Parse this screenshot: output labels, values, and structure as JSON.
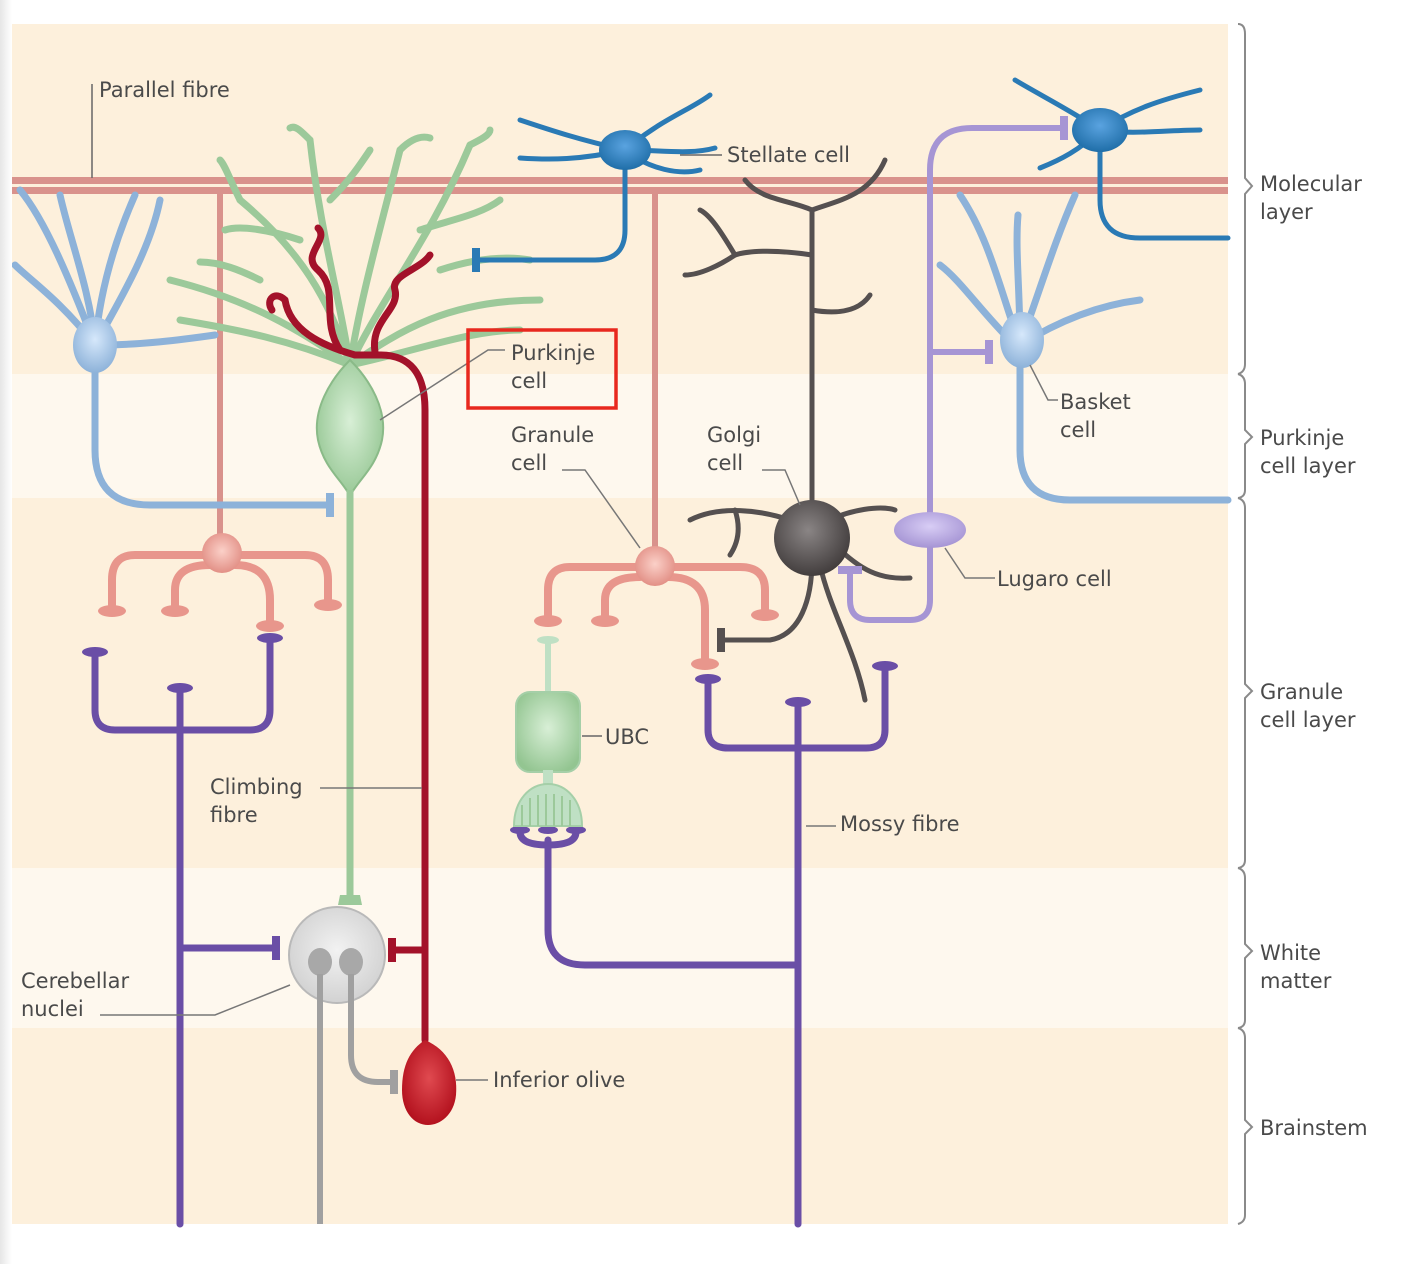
{
  "diagram": {
    "title": "Cerebellar circuit",
    "colors": {
      "molecular_band": "#fdf0dc",
      "purkinje_band": "#fef8ee",
      "granule_band": "#fdf0dc",
      "white_band": "#fef8ee",
      "brainstem_band": "#fdf0dc",
      "parallel_fibre": "#d9928c",
      "purkinje_cell": "#9cc99a",
      "climbing_fibre": "#a3122a",
      "stellate_cell": "#2a7ab5",
      "basket_cell": "#8db2d9",
      "granule_cell": "#e8968c",
      "golgi_cell": "#555050",
      "lugaro_cell": "#a695d4",
      "mossy_fibre": "#6a4ea6",
      "ubc": "#bfe0c4",
      "nuclei": "#dcdcdc",
      "inferior_olive": "#c0121e",
      "highlight_box": "#e8281e"
    },
    "cell_labels": {
      "parallel_fibre": "Parallel fibre",
      "stellate_cell": "Stellate cell",
      "purkinje_cell_line1": "Purkinje",
      "purkinje_cell_line2": "cell",
      "granule_cell_line1": "Granule",
      "granule_cell_line2": "cell",
      "golgi_cell_line1": "Golgi",
      "golgi_cell_line2": "cell",
      "basket_cell_line1": "Basket",
      "basket_cell_line2": "cell",
      "lugaro_cell": "Lugaro cell",
      "ubc": "UBC",
      "mossy_fibre": "Mossy fibre",
      "climbing_fibre_line1": "Climbing",
      "climbing_fibre_line2": "fibre",
      "cerebellar_nuclei_line1": "Cerebellar",
      "cerebellar_nuclei_line2": "nuclei",
      "inferior_olive": "Inferior olive"
    },
    "layers": [
      {
        "line1": "Molecular",
        "line2": "layer"
      },
      {
        "line1": "Purkinje",
        "line2": "cell layer"
      },
      {
        "line1": "Granule",
        "line2": "cell layer"
      },
      {
        "line1": "White",
        "line2": "matter"
      },
      {
        "line1": "Brainstem",
        "line2": ""
      }
    ],
    "highlighted_label": "Purkinje cell"
  }
}
